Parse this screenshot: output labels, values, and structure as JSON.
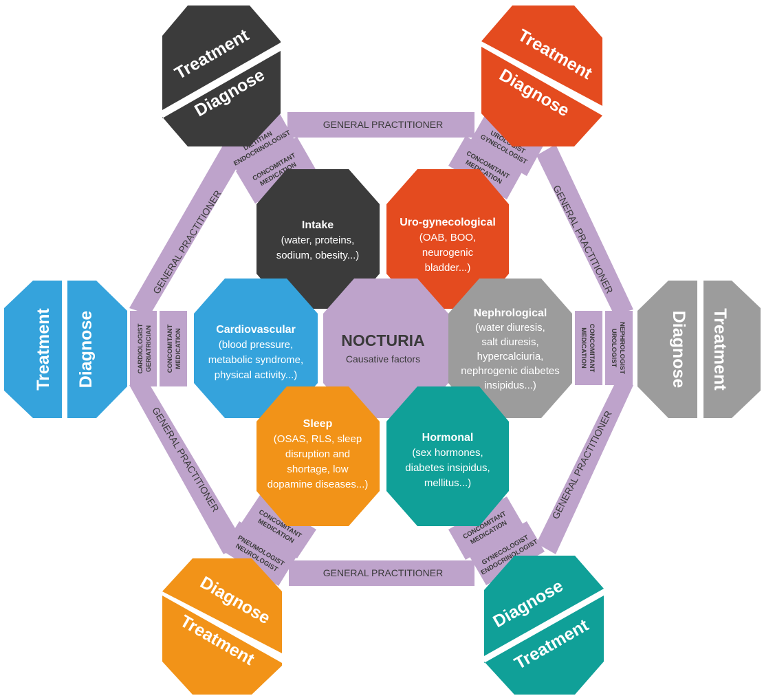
{
  "colors": {
    "purple": "#bea3cb",
    "dark": "#3b3b3b",
    "orange_red": "#e44b1f",
    "blue": "#35a3dc",
    "gray": "#9c9c9c",
    "orange": "#f29318",
    "teal": "#10a098",
    "text_dark": "#3a3a3a"
  },
  "center": {
    "title": "NOCTURIA",
    "subtitle": "Causative factors"
  },
  "factors": [
    {
      "id": "intake",
      "color": "dark",
      "title": "Intake",
      "lines": [
        "(water, proteins,",
        "sodium, obesity...)"
      ]
    },
    {
      "id": "uro",
      "color": "orange_red",
      "title": "Uro-gynecological",
      "lines": [
        "(OAB, BOO,",
        "neurogenic",
        "bladder...)"
      ]
    },
    {
      "id": "nephro",
      "color": "gray",
      "title": "Nephrological",
      "lines": [
        "(water diuresis,",
        "salt diuresis,",
        "hypercalciuria,",
        "nephrogenic diabetes",
        "insipidus...)"
      ]
    },
    {
      "id": "hormonal",
      "color": "teal",
      "title": "Hormonal",
      "lines": [
        "(sex hormones,",
        "diabetes insipidus,",
        "mellitus...)"
      ]
    },
    {
      "id": "sleep",
      "color": "orange",
      "title": "Sleep",
      "lines": [
        "(OSAS, RLS, sleep",
        "disruption and",
        "shortage, low",
        "dopamine diseases...)"
      ]
    },
    {
      "id": "cardio",
      "color": "blue",
      "title": "Cardiovascular",
      "lines": [
        "(blood pressure,",
        "metabolic syndrome,",
        "physical activity...)"
      ]
    }
  ],
  "frame": {
    "label": "GENERAL PRACTITIONER"
  },
  "outer": {
    "diagnose": "Diagnose",
    "treatment": "Treatment"
  },
  "specialists": {
    "concomitant": [
      "CONCOMITANT",
      "MEDICATION"
    ],
    "top_left": [
      "DIETITIAN",
      "ENDOCRINOLOGIST"
    ],
    "top_right": [
      "UROLOGIST",
      "GYNECOLOGIST"
    ],
    "right": [
      "NEPHROLOGIST",
      "UROLOGIST"
    ],
    "bottom_right": [
      "GYNECOLOGIST",
      "ENDOCRINOLOGIST"
    ],
    "bottom_left": [
      "PNEUMOLOGIST",
      "NEUROLOGIST"
    ],
    "left": [
      "CARDIOLOGIST",
      "GERIATRICIAN"
    ]
  }
}
